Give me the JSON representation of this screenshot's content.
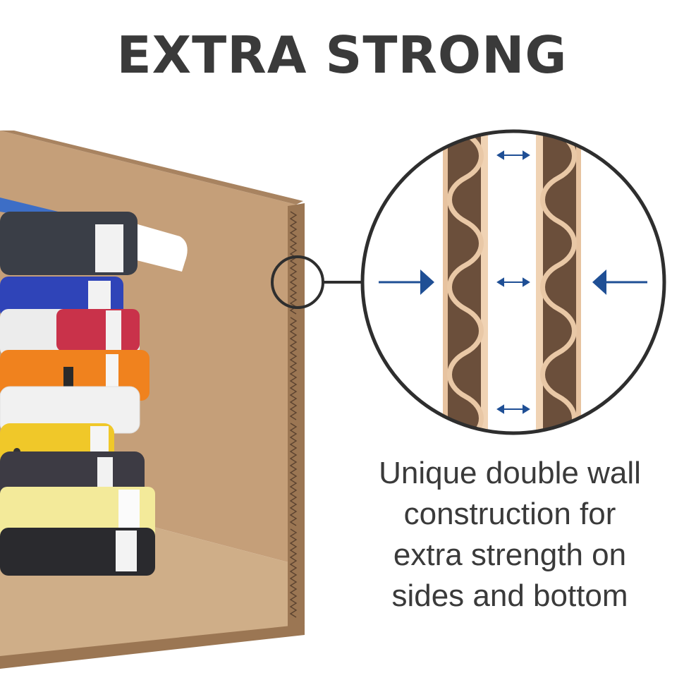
{
  "heading": "EXTRA STRONG",
  "caption_lines": [
    "Unique double wall",
    "construction for",
    "extra strength on",
    "sides and bottom"
  ],
  "colors": {
    "heading": "#3a3a3a",
    "cardboard": "#c8a37c",
    "cardboard_dark": "#8a6a4c",
    "flute": "#e9c8a6",
    "arrow": "#1f4f95",
    "circle_border": "#2e2e2e"
  },
  "icons": {
    "compression_arrow_left": "arrow-right-icon",
    "compression_arrow_right": "arrow-left-icon",
    "gap_arrows": "double-arrow-icon"
  }
}
